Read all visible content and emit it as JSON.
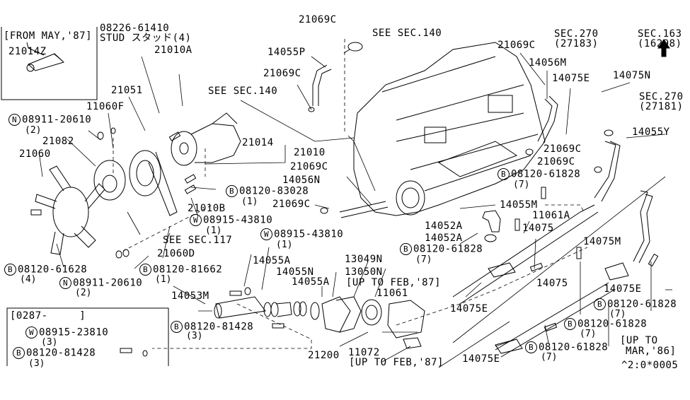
{
  "diagram": {
    "title_code": "^2:0*0005",
    "colors": {
      "ink": "#000000",
      "background": "#ffffff"
    },
    "inset_top_left": {
      "header": "[FROM MAY,'87]",
      "part": "21014Z"
    },
    "inset_bottom_left": {
      "header": "[0287-     ]",
      "items": [
        {
          "prefix": "W",
          "part": "08915-23810",
          "qty": "(3)"
        },
        {
          "prefix": "B",
          "part": "08120-81428",
          "qty": "(3)"
        }
      ]
    },
    "labels": {
      "stud_part": "08226-61410",
      "stud_desc": "STUD スタッド(4)",
      "p21010A": "21010A",
      "p21051": "21051",
      "p11060F": "11060F",
      "n_08911_top": "08911-20610",
      "n_08911_top_qty": "(2)",
      "p21082": "21082",
      "p21060": "21060",
      "see_sec140_a": "SEE SEC.140",
      "see_sec140_b": "SEE SEC.140",
      "p21069C_a": "21069C",
      "p14055P": "14055P",
      "p21069C_b": "21069C",
      "p21014": "21014",
      "p21010": "21010",
      "p21069C_c": "21069C",
      "p14056N": "14056N",
      "b_08120_83028": "08120-83028",
      "b_08120_83028_qty": "(1)",
      "p21010B": "21010B",
      "p21069C_d": "21069C",
      "w_08915_43810_a": "08915-43810",
      "w_08915_43810_a_qty": "(1)",
      "w_08915_43810_b": "08915-43810",
      "w_08915_43810_b_qty": "(1)",
      "see_sec117": "SEE SEC.117",
      "p21060D": "21060D",
      "b_08120_61628": "08120-61628",
      "b_08120_61628_qty": "(4)",
      "n_08911_bottom": "08911-20610",
      "n_08911_bottom_qty": "(2)",
      "b_08120_81662": "08120-81662",
      "b_08120_81662_qty": "(1)",
      "p14053M": "14053M",
      "p14055A_a": "14055A",
      "p14055N": "14055N",
      "p14055A_b": "14055A",
      "p13049N": "13049N",
      "p13050N": "13050N",
      "up_to_feb87_a": "[UP TO FEB,'87]",
      "p11061": "11061",
      "b_08120_81428": "08120-81428",
      "b_08120_81428_qty": "(3)",
      "p21200": "21200",
      "p11072": "11072",
      "up_to_feb87_b": "[UP TO FEB,'87]",
      "p21069C_e": "21069C",
      "p14056M": "14056M",
      "sec270_a": "SEC.270",
      "sec270_a_sub": "(27183)",
      "sec163": "SEC.163",
      "sec163_sub": "(16298)",
      "p14075E_a": "14075E",
      "p14075N": "14075N",
      "sec270_b": "SEC.270",
      "sec270_b_sub": "(27181)",
      "p14055Y": "14055Y",
      "p21069C_f": "21069C",
      "p21069C_g": "21069C",
      "b_08120_61828_a": "08120-61828",
      "b_08120_61828_a_qty": "(7)",
      "p14055M": "14055M",
      "p11061A": "11061A",
      "p14052A_a": "14052A",
      "p14075_a": "14075",
      "p14052A_b": "14052A",
      "b_08120_61828_b": "08120-61828",
      "b_08120_61828_b_qty": "(7)",
      "p14075M": "14075M",
      "p14075E_b": "14075E",
      "p14075_b": "14075",
      "p14075E_c": "14075E",
      "b_08120_61828_c": "08120-61828",
      "b_08120_61828_c_qty": "(7)",
      "b_08120_61828_d": "08120-61828",
      "b_08120_61828_d_qty": "(7)",
      "b_08120_61828_e": "08120-61828",
      "b_08120_61828_e_qty": "(7)",
      "p14075E_d": "14075E",
      "up_to_mar86_l1": "[UP TO",
      "up_to_mar86_l2": "MAR,'86]"
    },
    "circle_prefixes": {
      "bolt": "B",
      "nut": "N",
      "washer": "W"
    }
  }
}
